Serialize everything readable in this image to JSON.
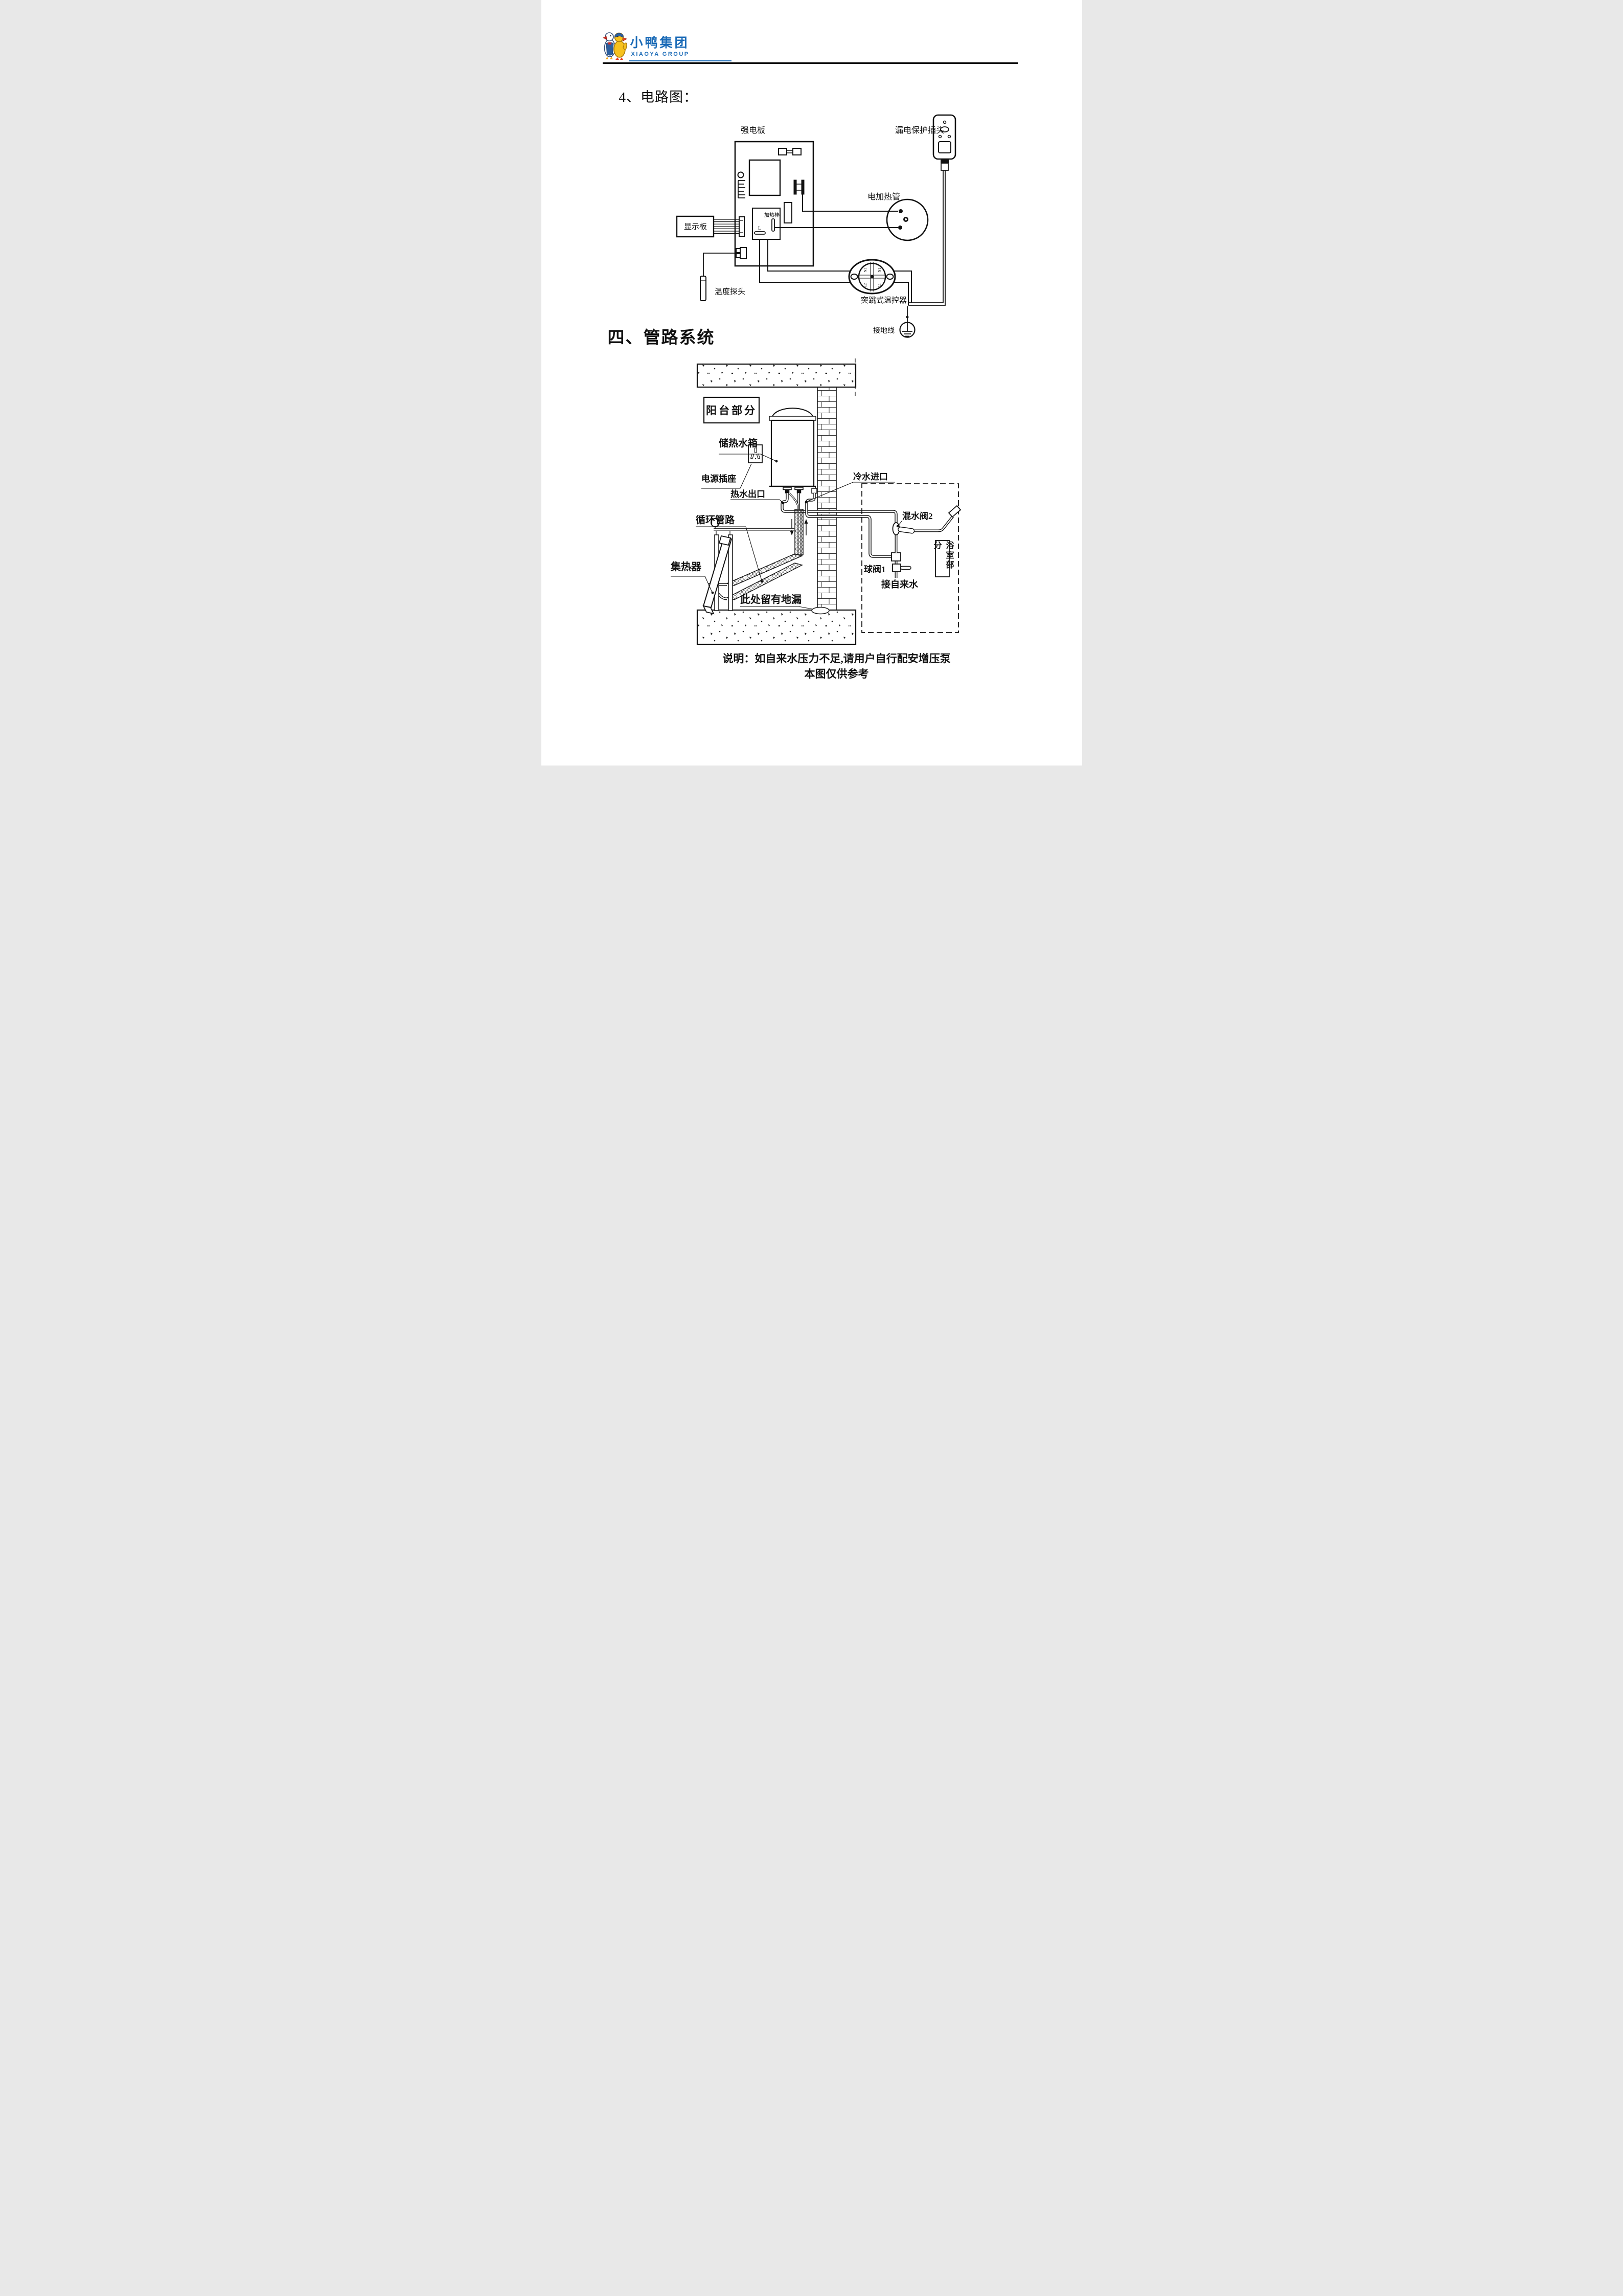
{
  "logo": {
    "brand_cn": "小鸭集团",
    "brand_en": "XIAOYA GROUP"
  },
  "sections": {
    "circuit_title": "4、电路图：",
    "piping_title": "四、管路系统"
  },
  "circuit": {
    "labels": {
      "strong_board": "强电板",
      "leak_plug": "漏电保护插头",
      "heater_tube": "电加热管",
      "display_board": "显示板",
      "heating_rod": "加热棒",
      "terminal_l": "L",
      "temp_probe": "温度探头",
      "thermostat": "突跳式温控器",
      "ground": "接地线",
      "n2": "N2",
      "n1": "N1",
      "l2": "L2",
      "l1": "L1"
    }
  },
  "piping": {
    "labels": {
      "balcony": "阳台部分",
      "tank": "储热水箱",
      "socket": "电源插座",
      "hot_out": "热水出口",
      "cold_in": "冷水进口",
      "loop": "循环管路",
      "collector": "集热器",
      "drain": "此处留有地漏",
      "mix_valve": "混水阀2",
      "ball_valve": "球阀1",
      "tap": "接自来水",
      "bathroom": "浴室部分"
    }
  },
  "caption": {
    "line1": "说明：如自来水压力不足,请用户自行配安增压泵",
    "line2": "本图仅供参考"
  }
}
